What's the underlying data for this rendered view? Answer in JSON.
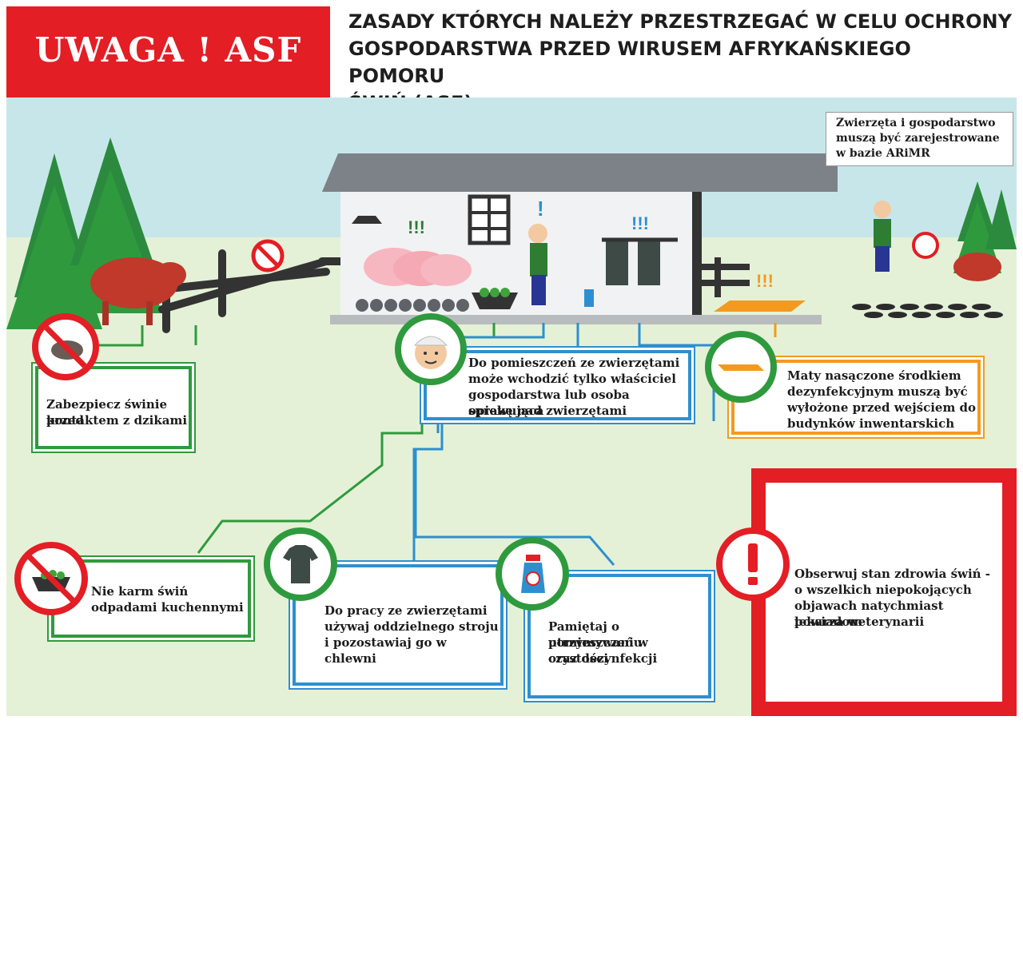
{
  "banner": {
    "title": "UWAGA ! ASF"
  },
  "heading": {
    "lines": [
      "ZASADY KTÓRYCH NALEŻY PRZESTRZEGAĆ W CELU OCHRONY",
      "GOSPODARSTWA PRZED WIRUSEM AFRYKAŃSKIEGO POMORU",
      "ŚWIŃ (ASF)"
    ]
  },
  "registration_note": {
    "lines": [
      "Zwierzęta i gospodarstwo",
      "muszą być zarejestrowane",
      "w bazie ARiMR"
    ]
  },
  "rules": {
    "wild_boar": {
      "lines": [
        "Zabezpiecz świnie przed",
        "kontaktem z dzikami"
      ],
      "icon": "no-wild-boar-icon"
    },
    "access": {
      "lines": [
        "Do pomieszczeń ze zwierzętami",
        "może wchodzić tylko właściciel",
        "gospodarstwa lub osoba sprawująca",
        "opiekę nad zwierzętami"
      ],
      "icon": "farmer-face-icon"
    },
    "mats": {
      "lines": [
        "Maty nasączone środkiem",
        "dezynfekcyjnym muszą być",
        "wyłożone przed wejściem do",
        "budynków inwentarskich"
      ],
      "icon": "disinfection-mat-icon"
    },
    "kitchen_waste": {
      "lines": [
        "Nie karm świń",
        "odpadami kuchennymi"
      ],
      "icon": "no-kitchen-waste-icon"
    },
    "clothing": {
      "lines": [
        "Do pracy ze zwierzętami",
        "używaj oddzielnego stroju",
        "i pozostawiaj go w chlewni"
      ],
      "icon": "work-shirt-icon"
    },
    "cleaning": {
      "lines": [
        "Pamiętaj o utrzymywaniu",
        "pomieszczeń w czystości",
        "oraz dezynfekcji"
      ],
      "icon": "spray-bottle-icon"
    },
    "health": {
      "lines": [
        "Obserwuj stan zdrowia świń -",
        "o wszelkich niepokojących",
        "objawach natychmiast powiadom",
        "lekarza weterynarii"
      ],
      "icon": "exclamation-icon"
    }
  },
  "scene_marks": {
    "alert": "!!!",
    "single_alert": "!"
  },
  "colors": {
    "red": "#e31e24",
    "green": "#2f9a3d",
    "blue": "#2e8fd0",
    "orange": "#f39a1e",
    "sky": "#c7e6ea",
    "grass": "#e4f1d6"
  }
}
